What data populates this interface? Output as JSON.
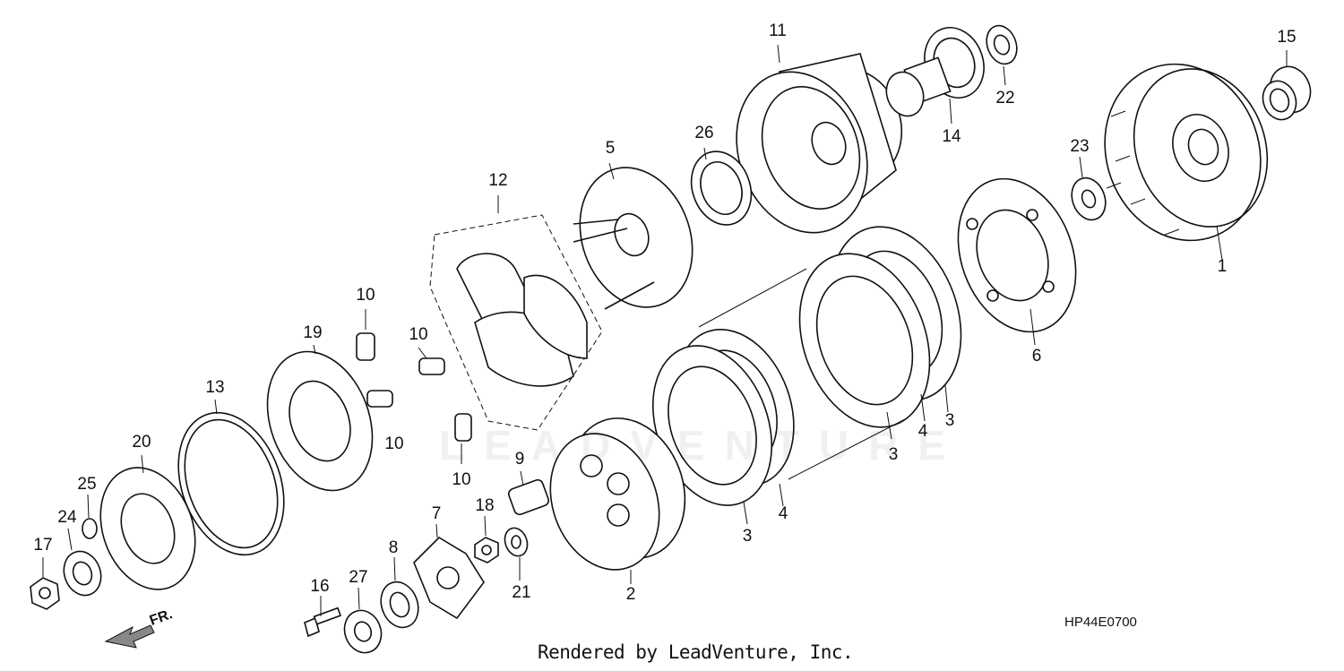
{
  "diagram": {
    "code": "HP44E0700",
    "footer": "Rendered by LeadVenture, Inc.",
    "watermark": "LEADVENTURE",
    "direction": "FR.",
    "parts": [
      {
        "id": "p1",
        "label": "1"
      },
      {
        "id": "p2",
        "label": "2"
      },
      {
        "id": "p3a",
        "label": "3"
      },
      {
        "id": "p3b",
        "label": "3"
      },
      {
        "id": "p3c",
        "label": "3"
      },
      {
        "id": "p4a",
        "label": "4"
      },
      {
        "id": "p4b",
        "label": "4"
      },
      {
        "id": "p5",
        "label": "5"
      },
      {
        "id": "p6",
        "label": "6"
      },
      {
        "id": "p7",
        "label": "7"
      },
      {
        "id": "p8",
        "label": "8"
      },
      {
        "id": "p9",
        "label": "9"
      },
      {
        "id": "p10a",
        "label": "10"
      },
      {
        "id": "p10b",
        "label": "10"
      },
      {
        "id": "p10c",
        "label": "10"
      },
      {
        "id": "p10d",
        "label": "10"
      },
      {
        "id": "p11",
        "label": "11"
      },
      {
        "id": "p12",
        "label": "12"
      },
      {
        "id": "p13",
        "label": "13"
      },
      {
        "id": "p14",
        "label": "14"
      },
      {
        "id": "p15",
        "label": "15"
      },
      {
        "id": "p16",
        "label": "16"
      },
      {
        "id": "p17",
        "label": "17"
      },
      {
        "id": "p18",
        "label": "18"
      },
      {
        "id": "p19",
        "label": "19"
      },
      {
        "id": "p20",
        "label": "20"
      },
      {
        "id": "p21",
        "label": "21"
      },
      {
        "id": "p22",
        "label": "22"
      },
      {
        "id": "p23",
        "label": "23"
      },
      {
        "id": "p24",
        "label": "24"
      },
      {
        "id": "p25",
        "label": "25"
      },
      {
        "id": "p26",
        "label": "26"
      },
      {
        "id": "p27",
        "label": "27"
      }
    ]
  }
}
